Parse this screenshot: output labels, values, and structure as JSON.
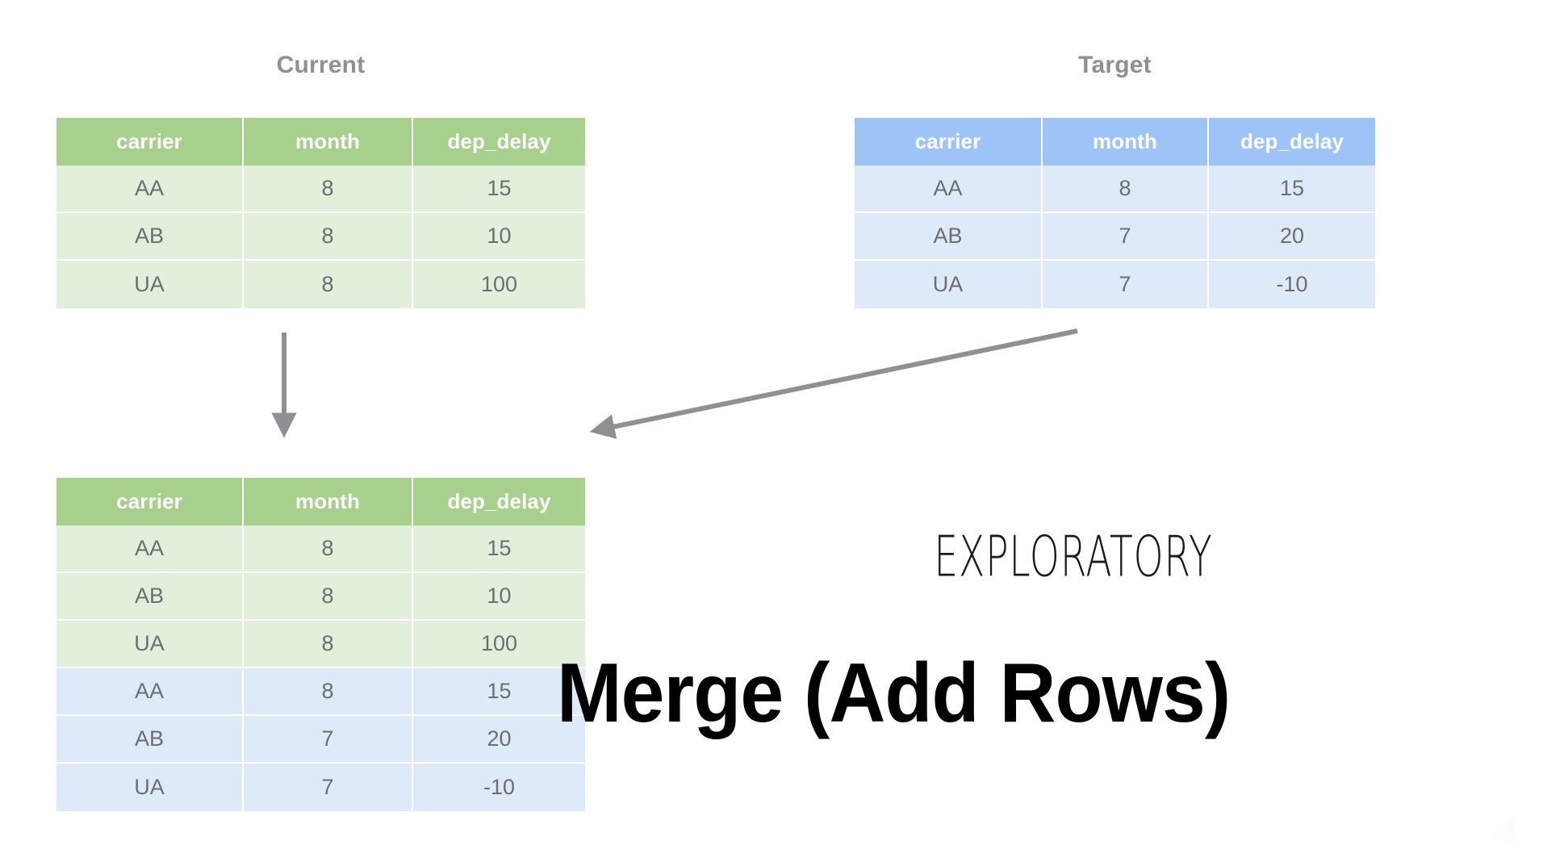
{
  "slide": {
    "brand": "EXPLORATORY",
    "title": "Merge (Add Rows)",
    "background_color": "#ffffff"
  },
  "colors": {
    "green_header": "#a8d08d",
    "green_body": "#e2efda",
    "blue_header": "#9dc3f7",
    "blue_body": "#deeaf8",
    "caption_text": "#8e9094",
    "cell_text": "#6d6e71",
    "arrow": "#8e9094",
    "title_text": "#000000"
  },
  "columns": [
    "carrier",
    "month",
    "dep_delay"
  ],
  "tables": {
    "current": {
      "caption": "Current",
      "theme": "green",
      "headers": [
        "carrier",
        "month",
        "dep_delay"
      ],
      "rows": [
        [
          "AA",
          "8",
          "15"
        ],
        [
          "AB",
          "8",
          "10"
        ],
        [
          "UA",
          "8",
          "100"
        ]
      ]
    },
    "target": {
      "caption": "Target",
      "theme": "blue",
      "headers": [
        "carrier",
        "month",
        "dep_delay"
      ],
      "rows": [
        [
          "AA",
          "8",
          "15"
        ],
        [
          "AB",
          "7",
          "20"
        ],
        [
          "UA",
          "7",
          "-10"
        ]
      ]
    },
    "result": {
      "caption": "",
      "theme": "green",
      "headers": [
        "carrier",
        "month",
        "dep_delay"
      ],
      "rows": [
        {
          "source": "current",
          "cells": [
            "AA",
            "8",
            "15"
          ]
        },
        {
          "source": "current",
          "cells": [
            "AB",
            "8",
            "10"
          ]
        },
        {
          "source": "current",
          "cells": [
            "UA",
            "8",
            "100"
          ]
        },
        {
          "source": "target",
          "cells": [
            "AA",
            "8",
            "15"
          ]
        },
        {
          "source": "target",
          "cells": [
            "AB",
            "7",
            "20"
          ]
        },
        {
          "source": "target",
          "cells": [
            "UA",
            "7",
            "-10"
          ]
        }
      ]
    }
  },
  "arrows": [
    {
      "name": "current-to-result",
      "from": "current-table",
      "to": "result-table",
      "direction": "down"
    },
    {
      "name": "target-to-result",
      "from": "target-table",
      "to": "result-table",
      "direction": "down-left"
    }
  ]
}
